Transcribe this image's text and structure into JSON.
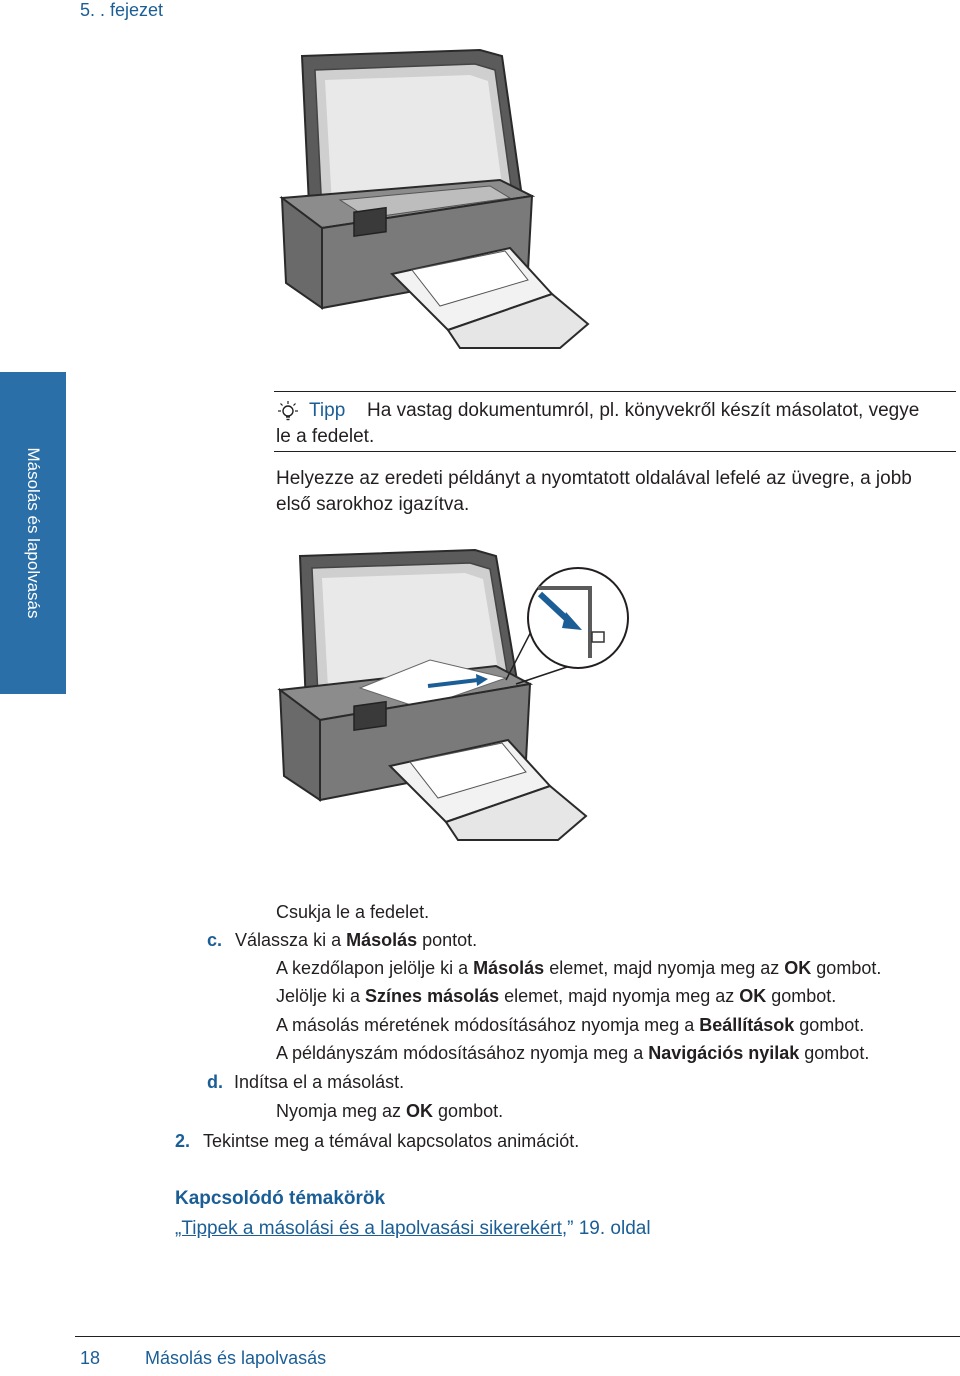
{
  "header": {
    "chapter": "5. . fejezet"
  },
  "sidebar": {
    "tab_label": "Másolás és lapolvasás"
  },
  "tip": {
    "label": "Tipp",
    "text_line1": "Ha vastag dokumentumról, pl. könyvekről készít másolatot, vegye",
    "text_line2": "le a fedelet."
  },
  "placement": {
    "line1": "Helyezze az eredeti példányt a nyomtatott oldalával lefelé az üvegre, a jobb",
    "line2": "első sarokhoz igazítva."
  },
  "steps": {
    "close_lid": "Csukja le a fedelet.",
    "c": {
      "marker": "c.",
      "pre": "Válassza ki a ",
      "bold": "Másolás",
      "post": " pontot."
    },
    "c1": {
      "pre": "A kezdőlapon jelölje ki a ",
      "bold1": "Másolás",
      "mid": " elemet, majd nyomja meg az ",
      "bold2": "OK",
      "post": " gombot."
    },
    "c2": {
      "pre": "Jelölje ki a ",
      "bold1": "Színes másolás",
      "mid": " elemet, majd nyomja meg az ",
      "bold2": "OK",
      "post": " gombot."
    },
    "c3": {
      "pre": "A másolás méretének módosításához nyomja meg a ",
      "bold": "Beállítások",
      "post": " gombot."
    },
    "c4": {
      "pre": "A példányszám módosításához nyomja meg a ",
      "bold": "Navigációs nyilak",
      "post": " gombot."
    },
    "d": {
      "marker": "d.",
      "text": "Indítsa el a másolást."
    },
    "d1": {
      "pre": "Nyomja meg az ",
      "bold": "OK",
      "post": " gombot."
    },
    "s2": {
      "marker": "2.",
      "text": "Tekintse meg a témával kapcsolatos animációt."
    }
  },
  "related": {
    "heading": "Kapcsolódó témakörök",
    "link_text": "„Tippek a másolási és a lapolvasási sikerekért",
    "suffix": ",” 19. oldal"
  },
  "footer": {
    "page_number": "18",
    "section": "Másolás és lapolvasás"
  },
  "colors": {
    "accent": "#1b5e96",
    "tab": "#2a6fa8",
    "text": "#231f20"
  },
  "icons": [
    "lightbulb-icon",
    "arrow-icon"
  ]
}
